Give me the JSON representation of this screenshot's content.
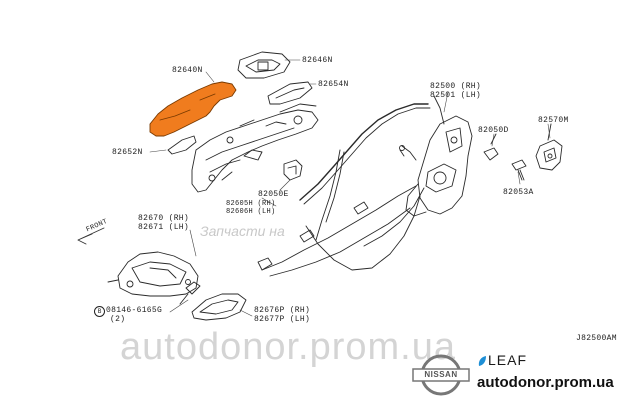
{
  "parts": {
    "p82640N": "82640N",
    "p82646N": "82646N",
    "p82654N": "82654N",
    "p82652N": "82652N",
    "p82500": "82500 (RH)",
    "p82501": "82501 (LH)",
    "p82050D": "82050D",
    "p82570M": "82570M",
    "p82053A": "82053A",
    "p82050E": "82050E",
    "p82605H": "82605H (RH)",
    "p82606H": "82606H (LH)",
    "p82670": "82670 (RH)",
    "p82671": "82671 (LH)",
    "p08146": "08146-6165G",
    "p08146_qty": "(2)",
    "p08146_mark": "B",
    "p82676P": "82676P (RH)",
    "p82677P": "82677P (LH)"
  },
  "front_label": "FRONT",
  "diagram_code": "J82500AM",
  "watermark": {
    "url_big": "autodonor.prom.ua",
    "center_text": "Запчасти на"
  },
  "branding": {
    "model": "LEAF",
    "nissan": "NISSAN",
    "site": "autodonor.prom.ua"
  },
  "colors": {
    "highlight": "#f07c1e",
    "line": "#2a2a2a",
    "accent_leaf": "#1e8fd6"
  }
}
